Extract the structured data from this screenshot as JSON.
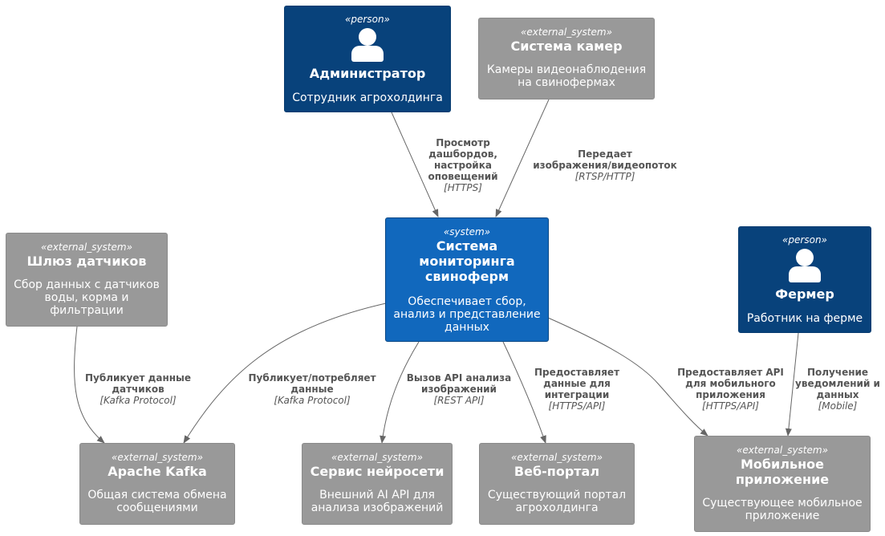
{
  "nodes": {
    "admin": {
      "stereotype": "«person»",
      "title": "Администратор",
      "description": "Сотрудник агрохолдинга"
    },
    "cameras": {
      "stereotype": "«external_system»",
      "title": "Система камер",
      "description": "Камеры видеонаблюдения\nна свинофермах"
    },
    "sensors": {
      "stereotype": "«external_system»",
      "title": "Шлюз датчиков",
      "description": "Сбор данных с датчиков\nводы, корма и\nфильтрации"
    },
    "system": {
      "stereotype": "«system»",
      "title": "Система\nмониторинга\nсвиноферм",
      "description": "Обеспечивает сбор,\nанализ и представление\nданных"
    },
    "farmer": {
      "stereotype": "«person»",
      "title": "Фермер",
      "description": "Работник на ферме"
    },
    "kafka": {
      "stereotype": "«external_system»",
      "title": "Apache Kafka",
      "description": "Общая система обмена\nсообщениями"
    },
    "ai": {
      "stereotype": "«external_system»",
      "title": "Сервис нейросети",
      "description": "Внешний AI API для\nанализа изображений"
    },
    "portal": {
      "stereotype": "«external_system»",
      "title": "Веб-портал",
      "description": "Существующий портал\nагрохолдинга"
    },
    "mobile": {
      "stereotype": "«external_system»",
      "title": "Мобильное\nприложение",
      "description": "Существующее мобильное\nприложение"
    }
  },
  "edges": {
    "admin_system": {
      "label": "Просмотр\nдашбордов,\nнастройка\nоповещений",
      "tech": "[HTTPS]"
    },
    "cameras_system": {
      "label": "Передает\nизображения/видеопоток",
      "tech": "[RTSP/HTTP]"
    },
    "sensors_kafka": {
      "label": "Публикует данные\nдатчиков",
      "tech": "[Kafka Protocol]"
    },
    "system_kafka": {
      "label": "Публикует/потребляет\nданные",
      "tech": "[Kafka Protocol]"
    },
    "system_ai": {
      "label": "Вызов API анализа\nизображений",
      "tech": "[REST API]"
    },
    "system_portal": {
      "label": "Предоставляет\nданные для\nинтеграции",
      "tech": "[HTTPS/API]"
    },
    "system_mobile": {
      "label": "Предоставляет API\nдля мобильного\nприложения",
      "tech": "[HTTPS/API]"
    },
    "farmer_mobile": {
      "label": "Получение\nуведомлений и\nданных",
      "tech": "[Mobile]"
    }
  },
  "colors": {
    "person": "#08427b",
    "system": "#1168bd",
    "external_system": "#999999",
    "edge": "#666666",
    "edge_label": "#555555"
  }
}
